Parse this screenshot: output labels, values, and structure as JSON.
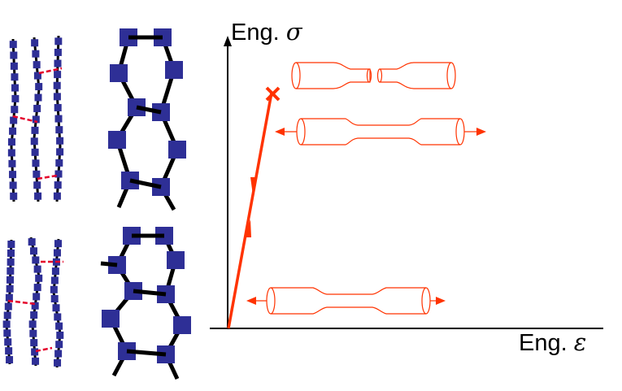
{
  "axes": {
    "y_label_prefix": "Eng.",
    "y_label_symbol": "σ",
    "x_label_prefix": "Eng.",
    "x_label_symbol": "ε"
  },
  "colors": {
    "bead": "#2e2f96",
    "bond": "#000000",
    "crosslink": "#e4002b",
    "curve": "#ff3300",
    "specimen": "#ff3300",
    "axis": "#000000"
  },
  "icons": {
    "fracture_mark": "x-mark-icon",
    "load_arrows": "arrow-icon"
  }
}
